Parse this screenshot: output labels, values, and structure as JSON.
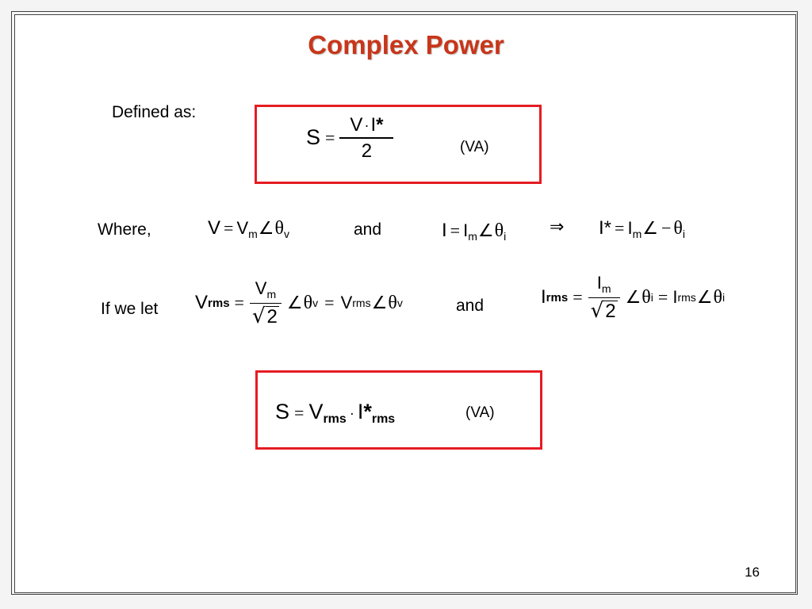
{
  "slide": {
    "title": "Complex Power",
    "page_number": "16"
  },
  "labels": {
    "defined_as": "Defined as:",
    "where": "Where,",
    "and1": "and",
    "if_we_let": "If we let",
    "and2": "and",
    "unit1": "(VA)",
    "unit2": "(VA)"
  },
  "eq1": {
    "lhs": "S",
    "num_v": "V",
    "dot": "·",
    "num_i": "I",
    "star": "*",
    "den": "2"
  },
  "where_eq": {
    "v_lhs": "V",
    "v_mag": "V",
    "v_mag_sub": "m",
    "v_theta": "θ",
    "v_theta_sub": "v",
    "i_lhs": "I",
    "i_mag": "I",
    "i_mag_sub": "m",
    "i_theta": "θ",
    "i_theta_sub": "i",
    "implies": "⇒",
    "istar_lhs": "I*",
    "istar_mag": "I",
    "istar_mag_sub": "m",
    "istar_neg": "−",
    "istar_theta": "θ",
    "istar_theta_sub": "i"
  },
  "rms_eq": {
    "vrms_lhs": "V",
    "vrms_lhs_sub": "rms",
    "vrms_num": "V",
    "vrms_num_sub": "m",
    "sqrt_arg": "2",
    "vrms_theta": "θ",
    "vrms_theta_sub": "v",
    "vrms_rhs": "V",
    "vrms_rhs_sub": "rms",
    "vrms_rhs_theta": "θ",
    "vrms_rhs_theta_sub": "v",
    "irms_lhs": "I",
    "irms_lhs_sub": "rms",
    "irms_num": "I",
    "irms_num_sub": "m",
    "irms_sqrt_arg": "2",
    "irms_theta": "θ",
    "irms_theta_sub": "i",
    "irms_rhs": "I",
    "irms_rhs_sub": "rms",
    "irms_rhs_theta": "θ",
    "irms_rhs_theta_sub": "i"
  },
  "eq2": {
    "lhs": "S",
    "v": "V",
    "v_sub": "rms",
    "dot": "·",
    "i": "I",
    "star": "*",
    "i_sub": "rms"
  },
  "colors": {
    "title": "#c8361a",
    "box_border": "#e51c23"
  }
}
